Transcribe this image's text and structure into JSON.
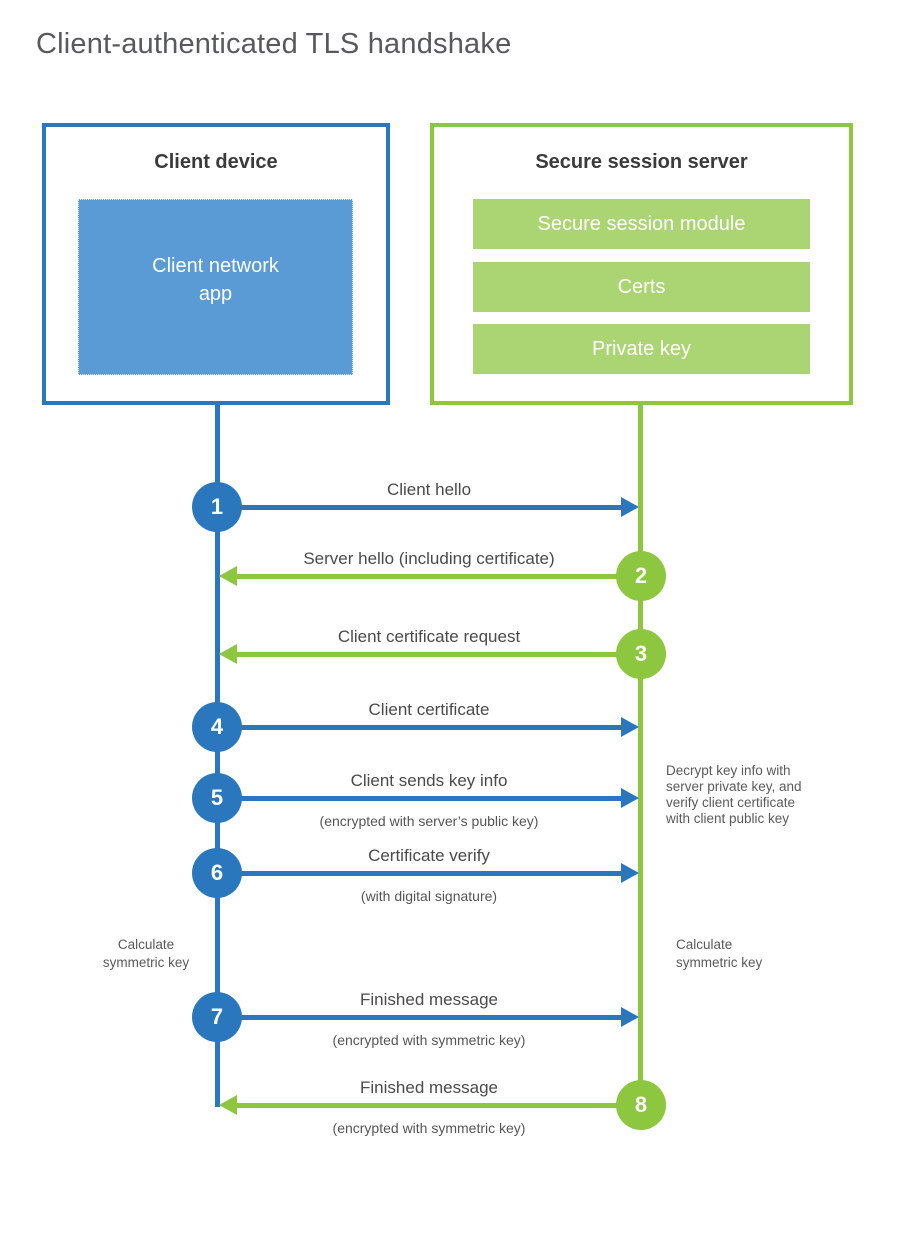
{
  "title": "Client-authenticated TLS handshake",
  "colors": {
    "blue_accent": "#2b77bd",
    "blue_fill": "#5b9bd5",
    "green_accent": "#8dc63f",
    "green_fill": "#abd573",
    "title_gray": "#58595b",
    "label_gray": "#4a4a4a"
  },
  "client_box": {
    "title": "Client device",
    "app": {
      "lines": [
        "Client network",
        "app"
      ]
    }
  },
  "server_box": {
    "title": "Secure session server",
    "modules": [
      "Secure session module",
      "Certs",
      "Private key"
    ]
  },
  "steps": [
    {
      "number": "1",
      "label": "Client hello",
      "sublabel": "",
      "direction": "client-to-server"
    },
    {
      "number": "2",
      "label": "Server hello (including certificate)",
      "sublabel": "",
      "direction": "server-to-client"
    },
    {
      "number": "3",
      "label": "Client certificate request",
      "sublabel": "",
      "direction": "server-to-client"
    },
    {
      "number": "4",
      "label": "Client certificate",
      "sublabel": "",
      "direction": "client-to-server"
    },
    {
      "number": "5",
      "label": "Client sends key info",
      "sublabel": "(encrypted with server’s public key)",
      "direction": "client-to-server"
    },
    {
      "number": "6",
      "label": "Certificate verify",
      "sublabel": "(with digital signature)",
      "direction": "client-to-server"
    },
    {
      "number": "7",
      "label": "Finished message",
      "sublabel": "(encrypted with symmetric key)",
      "direction": "client-to-server"
    },
    {
      "number": "8",
      "label": "Finished message",
      "sublabel": "(encrypted with symmetric key)",
      "direction": "server-to-client"
    }
  ],
  "annotations": {
    "decrypt_note": {
      "lines": [
        "Decrypt key info with",
        "server private key, and",
        "verify client certificate",
        "with client public key"
      ]
    },
    "calc_left": {
      "lines": [
        "Calculate",
        "symmetric key"
      ]
    },
    "calc_right": {
      "lines": [
        "Calculate",
        "symmetric key"
      ]
    }
  }
}
